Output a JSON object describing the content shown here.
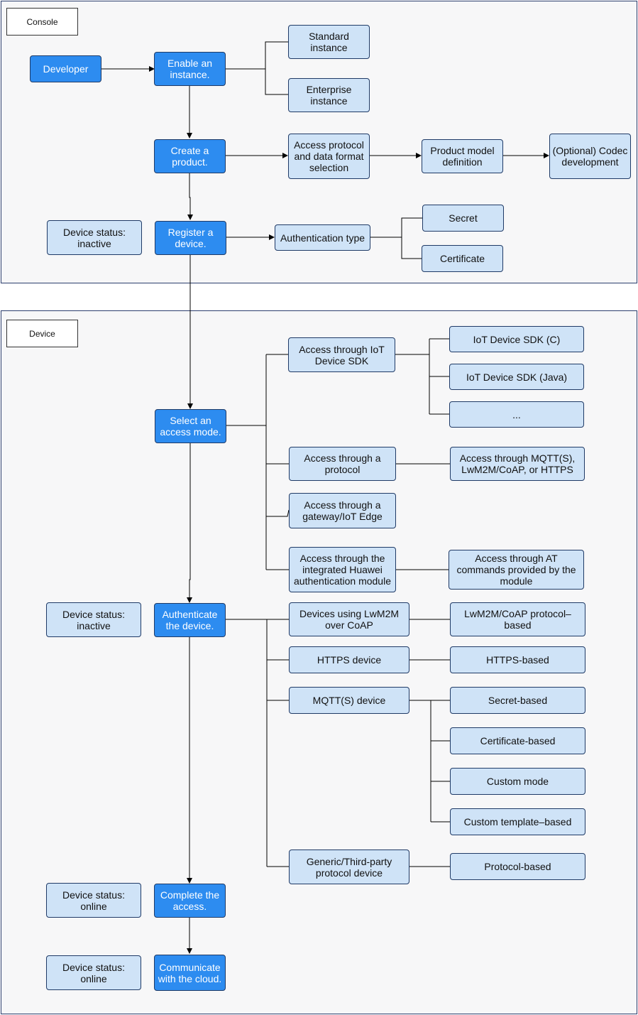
{
  "panels": {
    "console": "Console",
    "device": "Device"
  },
  "console": {
    "developer": "Developer",
    "enable_instance": "Enable an instance.",
    "standard_instance": "Standard instance",
    "enterprise_instance": "Enterprise instance",
    "create_product": "Create a product.",
    "access_protocol_selection": "Access protocol and data format selection",
    "product_model_definition": "Product model definition",
    "codec_development": "(Optional) Codec development",
    "device_status_inactive": "Device status: inactive",
    "register_device": "Register a device.",
    "authentication_type": "Authentication type",
    "secret": "Secret",
    "certificate": "Certificate"
  },
  "device": {
    "select_access_mode": "Select an access mode.",
    "access_iot_sdk": "Access through IoT Device SDK",
    "sdk_c": "IoT Device SDK (C)",
    "sdk_java": "IoT Device SDK (Java)",
    "sdk_more": "...",
    "access_protocol": "Access through a protocol",
    "access_mqtt_lwm2m_https": "Access through MQTT(S), LwM2M/CoAP, or HTTPS",
    "access_gateway": "Access through a gateway/IoT Edge",
    "access_huawei_module": "Access through the integrated Huawei authentication module",
    "access_at_commands": "Access through AT commands provided by the module",
    "device_status_inactive": "Device status: inactive",
    "authenticate_device": "Authenticate the device.",
    "lwm2m_devices": "Devices using LwM2M over CoAP",
    "lwm2m_based": "LwM2M/CoAP protocol–based",
    "https_device": "HTTPS device",
    "https_based": "HTTPS-based",
    "mqtt_device": "MQTT(S) device",
    "secret_based": "Secret-based",
    "certificate_based": "Certificate-based",
    "custom_mode": "Custom mode",
    "custom_template_based": "Custom template–based",
    "generic_device": "Generic/Third-party protocol device",
    "protocol_based": "Protocol-based",
    "device_status_online_1": "Device status: online",
    "complete_access": "Complete the access.",
    "device_status_online_2": "Device status: online",
    "communicate_cloud": "Communicate with the cloud."
  },
  "colors": {
    "primary_box": "#2d8cf0",
    "secondary_box": "#cfe3f7",
    "panel_bg": "#f7f7f8",
    "border": "#1f3a66"
  }
}
